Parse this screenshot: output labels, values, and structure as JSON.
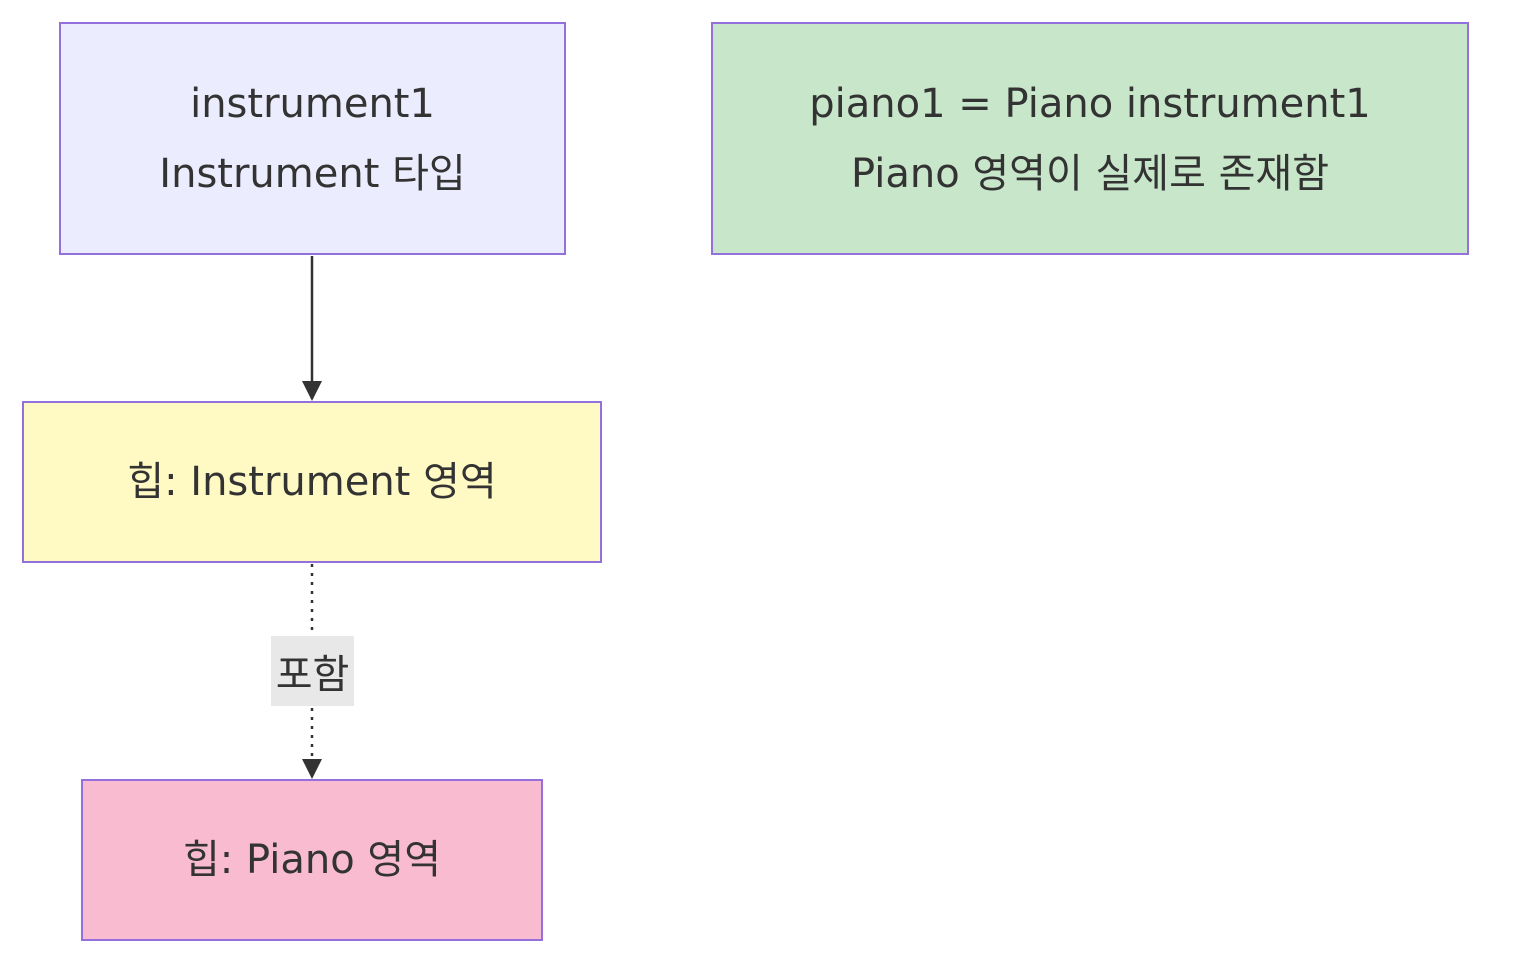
{
  "nodes": {
    "instrument": {
      "line1": "instrument1",
      "line2": "Instrument 타입",
      "fill": "#ececff"
    },
    "piano1": {
      "line1": "piano1 = Piano instrument1",
      "line2": "Piano 영역이 실제로 존재함",
      "fill": "#c8e6c9"
    },
    "heap_instrument": {
      "label": "힙: Instrument 영역",
      "fill": "#fff9c4"
    },
    "heap_piano": {
      "label": "힙: Piano 영역",
      "fill": "#f8bbd0"
    }
  },
  "edges": {
    "includes": {
      "label": "포함"
    }
  },
  "colors": {
    "border": "#9370db",
    "line": "#333333",
    "edge_label_bg": "#e8e8e8"
  }
}
